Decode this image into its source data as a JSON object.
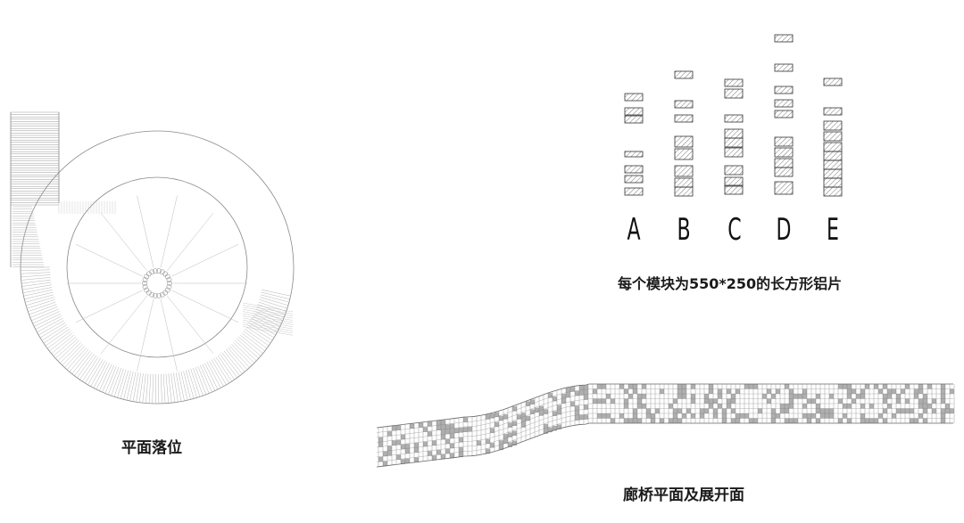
{
  "captions": {
    "plan": "平面落位",
    "modules": "每个模块为550*250的长方形铝片",
    "bridge": "廊桥平面及展开面"
  },
  "module_types": [
    {
      "label": "A"
    },
    {
      "label": "B"
    },
    {
      "label": "C"
    },
    {
      "label": "D"
    },
    {
      "label": "E"
    }
  ],
  "colors": {
    "line": "#8a8a8a",
    "ink": "#111111",
    "hatch": "#555555"
  }
}
